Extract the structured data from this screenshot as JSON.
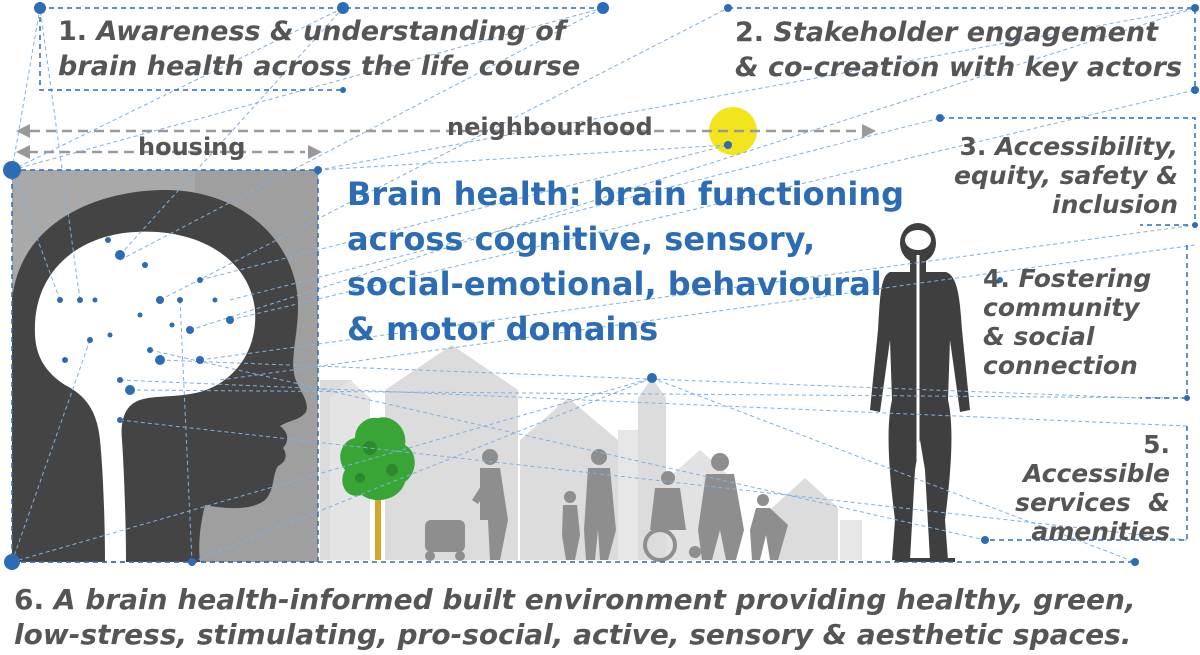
{
  "pillars": {
    "p1": {
      "num": "1.",
      "text": "Awareness & understanding of",
      "text2": "brain health across the life course"
    },
    "p2": {
      "num": "2.",
      "text": "Stakeholder engagement",
      "text2": "& co-creation with key actors"
    },
    "p3": {
      "num": "3.",
      "text": "Accessibility,",
      "text2": "equity, safety &",
      "text3": "inclusion"
    },
    "p4": {
      "num": "4.",
      "text": "Fostering",
      "text2": "community",
      "text3": "& social",
      "text4": "connection"
    },
    "p5": {
      "num": "5.",
      "text": "Accessible",
      "text2": "services  &",
      "text3": "amenities"
    },
    "p6": {
      "num": "6.",
      "text": "A brain health-informed built environment providing healthy, green,",
      "text2": "low-stress, stimulating, pro-social, active, sensory & aesthetic spaces."
    }
  },
  "scale_labels": {
    "housing": "housing",
    "neighbourhood": "neighbourhood"
  },
  "definition": {
    "line1": "Brain health: brain functioning",
    "line2": "across cognitive, sensory,",
    "line3": "social-emotional, behavioural",
    "line4": "& motor domains"
  },
  "colors": {
    "accent_blue": "#2b6cb5",
    "text_gray": "#555555",
    "panel_gray": "#a8a8a8",
    "sun": "#f3e51d",
    "tree_green": "#3aa537",
    "tree_trunk": "#d4a62a",
    "city_gray": "#d9d9d9"
  }
}
